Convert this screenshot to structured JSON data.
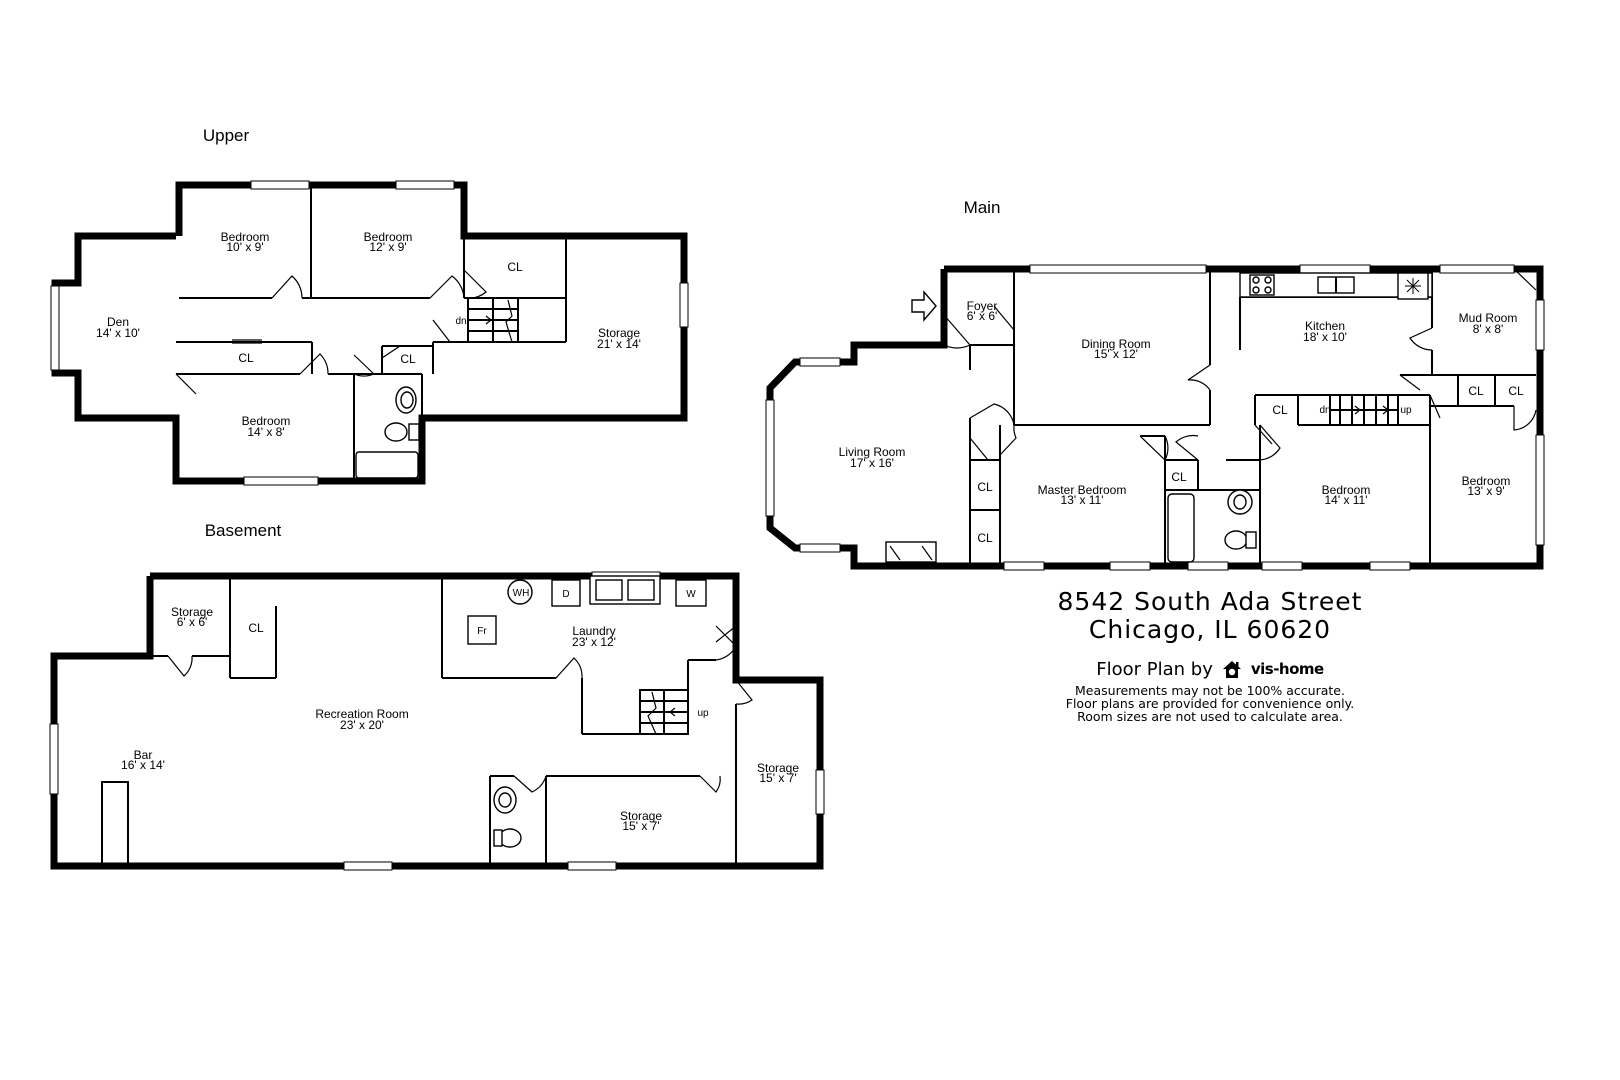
{
  "floors": {
    "upper": "Upper",
    "main": "Main",
    "basement": "Basement"
  },
  "rooms": {
    "upper": [
      {
        "name": "Bedroom",
        "size": "10' x 9'"
      },
      {
        "name": "Bedroom",
        "size": "12' x 9'"
      },
      {
        "name": "Den",
        "size": "14' x 10'"
      },
      {
        "name": "Bedroom",
        "size": "14' x 8'"
      },
      {
        "name": "Storage",
        "size": "21' x 14'"
      }
    ],
    "main": [
      {
        "name": "Foyer",
        "size": "6' x 6'"
      },
      {
        "name": "Dining Room",
        "size": "15' x 12'"
      },
      {
        "name": "Kitchen",
        "size": "18' x 10'"
      },
      {
        "name": "Mud Room",
        "size": "8' x 8'"
      },
      {
        "name": "Living Room",
        "size": "17' x 16'"
      },
      {
        "name": "Master Bedroom",
        "size": "13' x 11'"
      },
      {
        "name": "Bedroom",
        "size": "14' x 11'"
      },
      {
        "name": "Bedroom",
        "size": "13' x 9'"
      }
    ],
    "basement": [
      {
        "name": "Storage",
        "size": "6' x 6'"
      },
      {
        "name": "Laundry",
        "size": "23' x 12'"
      },
      {
        "name": "Recreation Room",
        "size": "23' x 20'"
      },
      {
        "name": "Bar",
        "size": "16' x 14'"
      },
      {
        "name": "Storage",
        "size": "15' x 7'"
      },
      {
        "name": "Storage",
        "size": "15' x 7'"
      }
    ]
  },
  "labels": {
    "closet": "CL",
    "down": "dn",
    "up": "up",
    "water_heater": "WH",
    "dryer": "D",
    "washer": "W",
    "freezer": "Fr"
  },
  "address": {
    "line1": "8542 South Ada Street",
    "line2": "Chicago, IL 60620"
  },
  "credit": {
    "prefix": "Floor Plan by",
    "brand": "vis-home"
  },
  "disclaimer": [
    "Measurements may not be 100% accurate.",
    "Floor plans are provided for convenience only.",
    "Room sizes are not used to calculate area."
  ],
  "icons": [
    "house-logo-icon",
    "entry-arrow-icon",
    "snowflake-icon"
  ]
}
